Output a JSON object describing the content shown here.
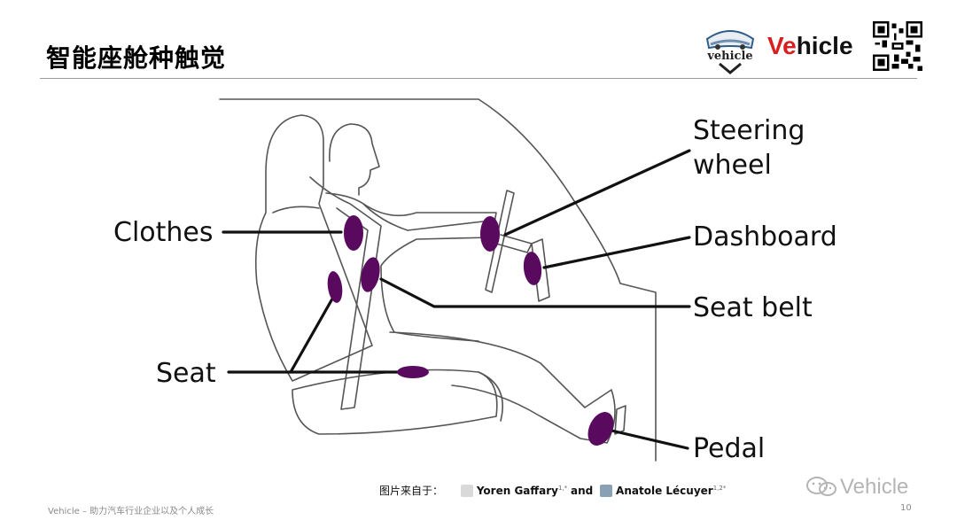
{
  "slide": {
    "title": "智能座舱种触觉",
    "page_number": "10",
    "footer": "Vehicle – 助力汽车行业企业以及个人成长"
  },
  "logo": {
    "badge_text": "vehicle",
    "brand_prefix": "Ve",
    "brand_suffix": "hicle"
  },
  "figure": {
    "labels": {
      "clothes": "Clothes",
      "seat": "Seat",
      "steering_line1": "Steering",
      "steering_line2": "wheel",
      "dashboard": "Dashboard",
      "seat_belt": "Seat belt",
      "pedal": "Pedal"
    },
    "accent_color": "#5a0a5e"
  },
  "credit": {
    "prefix": "图片来自于：",
    "author1": "Yoren Gaffary",
    "author1_sup": "1,*",
    "conj": "and",
    "author2": "Anatole Lécuyer",
    "author2_sup": "1,2*"
  },
  "watermark": {
    "text": "Vehicle"
  }
}
